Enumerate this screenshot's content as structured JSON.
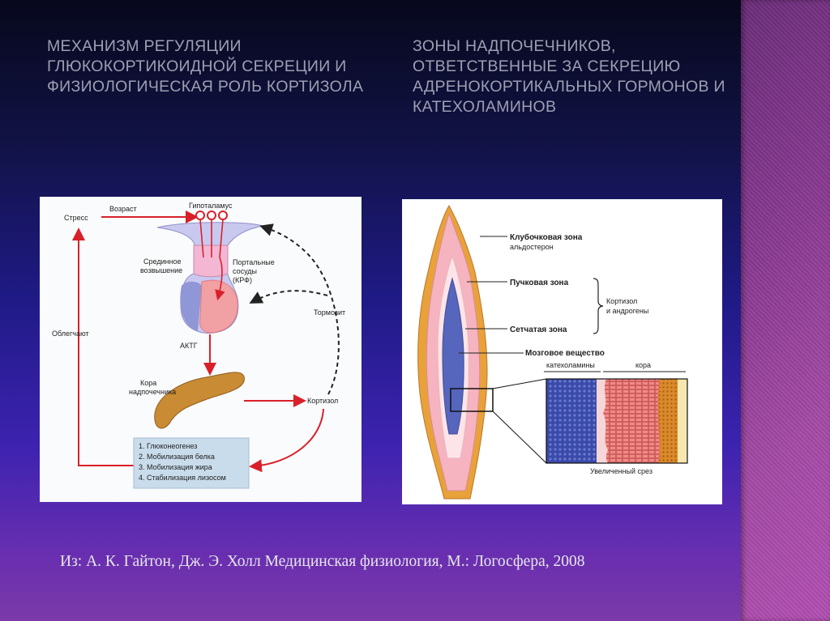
{
  "slide": {
    "title_left": "МЕХАНИЗМ РЕГУЛЯЦИИ ГЛЮКОКОРТИКОИДНОЙ СЕКРЕЦИИ И ФИЗИОЛОГИЧЕСКАЯ РОЛЬ КОРТИЗОЛА",
    "title_right": "ЗОНЫ НАДПОЧЕЧНИКОВ, ОТВЕТСТВЕННЫЕ ЗА СЕКРЕЦИЮ АДРЕНОКОРТИКАЛЬНЫХ ГОРМОНОВ И КАТЕХОЛАМИНОВ",
    "citation": "Из:  А. К. Гайтон, Дж. Э. Холл Медицинская физиология, М.: Логосфера, 2008"
  },
  "diagram_left": {
    "labels": {
      "stress": "Стресс",
      "age": "Возраст",
      "hypothalamus": "Гипоталамус",
      "median_line1": "Срединное",
      "median_line2": "возвышение",
      "portal_line1": "Портальные",
      "portal_line2": "сосуды",
      "portal_line3": "(КРФ)",
      "facilitate": "Облегчают",
      "inhibits": "Тормозит",
      "acth": "АКТГ",
      "cortex_line1": "Кора",
      "cortex_line2": "надпочечника",
      "cortisol": "Кортизол"
    },
    "effects": [
      "1. Глюконеогенез",
      "2. Мобилизация белка",
      "3. Мобилизация жира",
      "4. Стабилизация лизосом"
    ],
    "colors": {
      "arrow_red": "#d9202a",
      "gland_blue": "#8f97d6",
      "gland_pink": "#f1a0a4",
      "cortex_brown": "#c98b33",
      "effects_box": "#c9dcec"
    }
  },
  "diagram_right": {
    "labels": {
      "glomerulosa": "Клубочковая зона",
      "aldosterone": "альдостерон",
      "fasciculata": "Пучковая зона",
      "cortisol_line1": "Кортизол",
      "cortisol_line2": "и андрогены",
      "reticularis": "Сетчатая зона",
      "medulla": "Мозговое вещество",
      "catecholamines": "катехоламины",
      "cortex": "кора",
      "enlarged": "Увеличенный срез"
    },
    "colors": {
      "outer": "#e9a13a",
      "zone_pink": "#f5b4bf",
      "zone_light": "#fce4e8",
      "medulla_blue": "#5666bd"
    }
  }
}
